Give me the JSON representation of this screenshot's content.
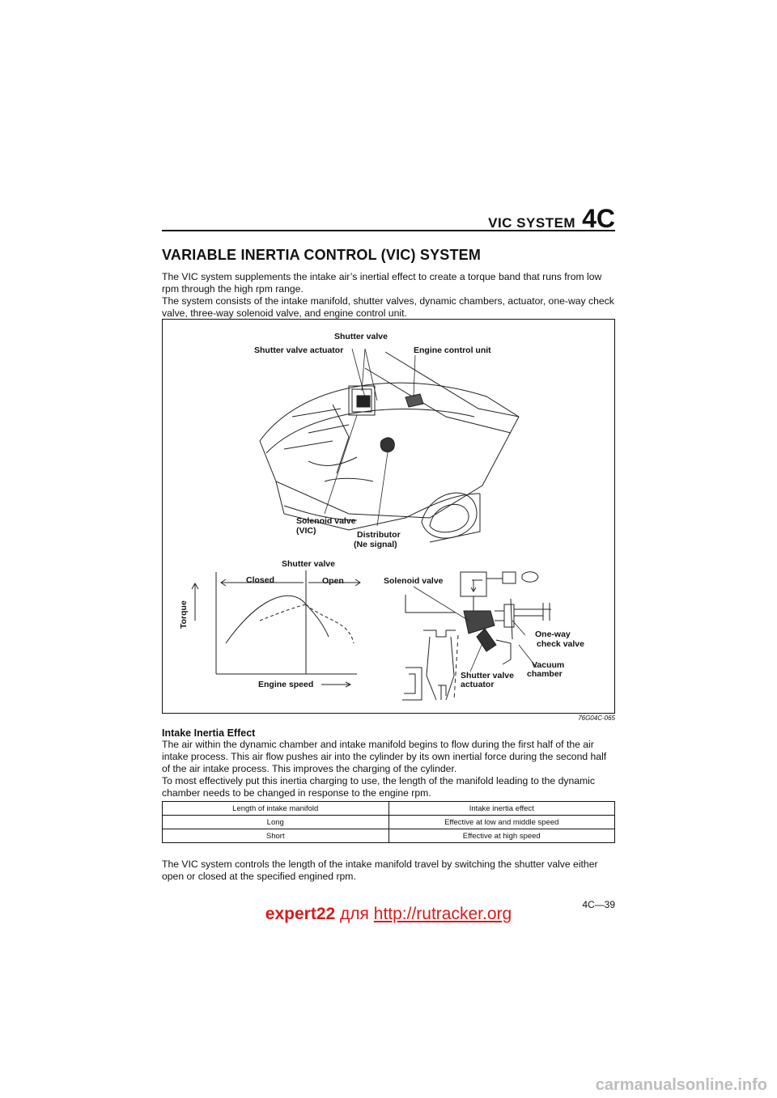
{
  "header": {
    "section_title": "VIC SYSTEM",
    "section_code": "4C"
  },
  "main_title": "VARIABLE INERTIA CONTROL (VIC) SYSTEM",
  "intro_paragraph": "The VIC system supplements the intake air’s inertial effect to create a torque band that runs from low rpm through the high rpm range.\nThe system consists of the intake manifold, shutter valves, dynamic chambers, actuator, one-way check valve, three-way solenoid valve, and engine control unit.",
  "figure": {
    "top_labels": {
      "shutter_valve": "Shutter valve",
      "shutter_valve_actuator": "Shutter valve actuator",
      "engine_control_unit": "Engine control unit",
      "solenoid_valve": "Solenoid valve",
      "solenoid_valve_vic": "(VIC)",
      "distributor": "Distributor",
      "distributor_signal": "(Ne signal)"
    },
    "graph": {
      "title": "Shutter valve",
      "closed": "Closed",
      "open": "Open",
      "y_axis": "Torque",
      "x_axis": "Engine speed"
    },
    "schematic": {
      "solenoid_valve": "Solenoid valve",
      "one_way": "One-way",
      "check_valve": "check valve",
      "vacuum": "Vacuum",
      "chamber": "chamber",
      "shutter_valve": "Shutter valve",
      "actuator": "actuator"
    },
    "figure_code": "76G04C-065"
  },
  "subheading": "Intake Inertia Effect",
  "body_paragraph": "The air within the dynamic chamber and intake manifold begins to flow during the first half of the air intake process. This air flow pushes air into the cylinder by its own inertial force during the second half of the air intake process. This improves the charging of the cylinder.\nTo most effectively put this inertia charging to use, the length of the manifold leading to the dynamic chamber needs to be changed in response to the engine rpm.",
  "table": {
    "headers": [
      "Length of intake manifold",
      "Intake inertia effect"
    ],
    "rows": [
      [
        "Long",
        "Effective at low and middle speed"
      ],
      [
        "Short",
        "Effective at high speed"
      ]
    ]
  },
  "closing_paragraph": "The VIC system controls the length of the intake manifold travel by switching the shutter valve either open or closed at the specified engined rpm.",
  "page_number": "4C—39",
  "watermark_line": {
    "name": "expert22",
    "word": "для",
    "url": "http://rutracker.org"
  },
  "watermark_site": "carmanualsonline.info",
  "colors": {
    "ink": "#111111",
    "watermark_red": "#d91a1a",
    "watermark_gray": "#bdbdbd"
  }
}
